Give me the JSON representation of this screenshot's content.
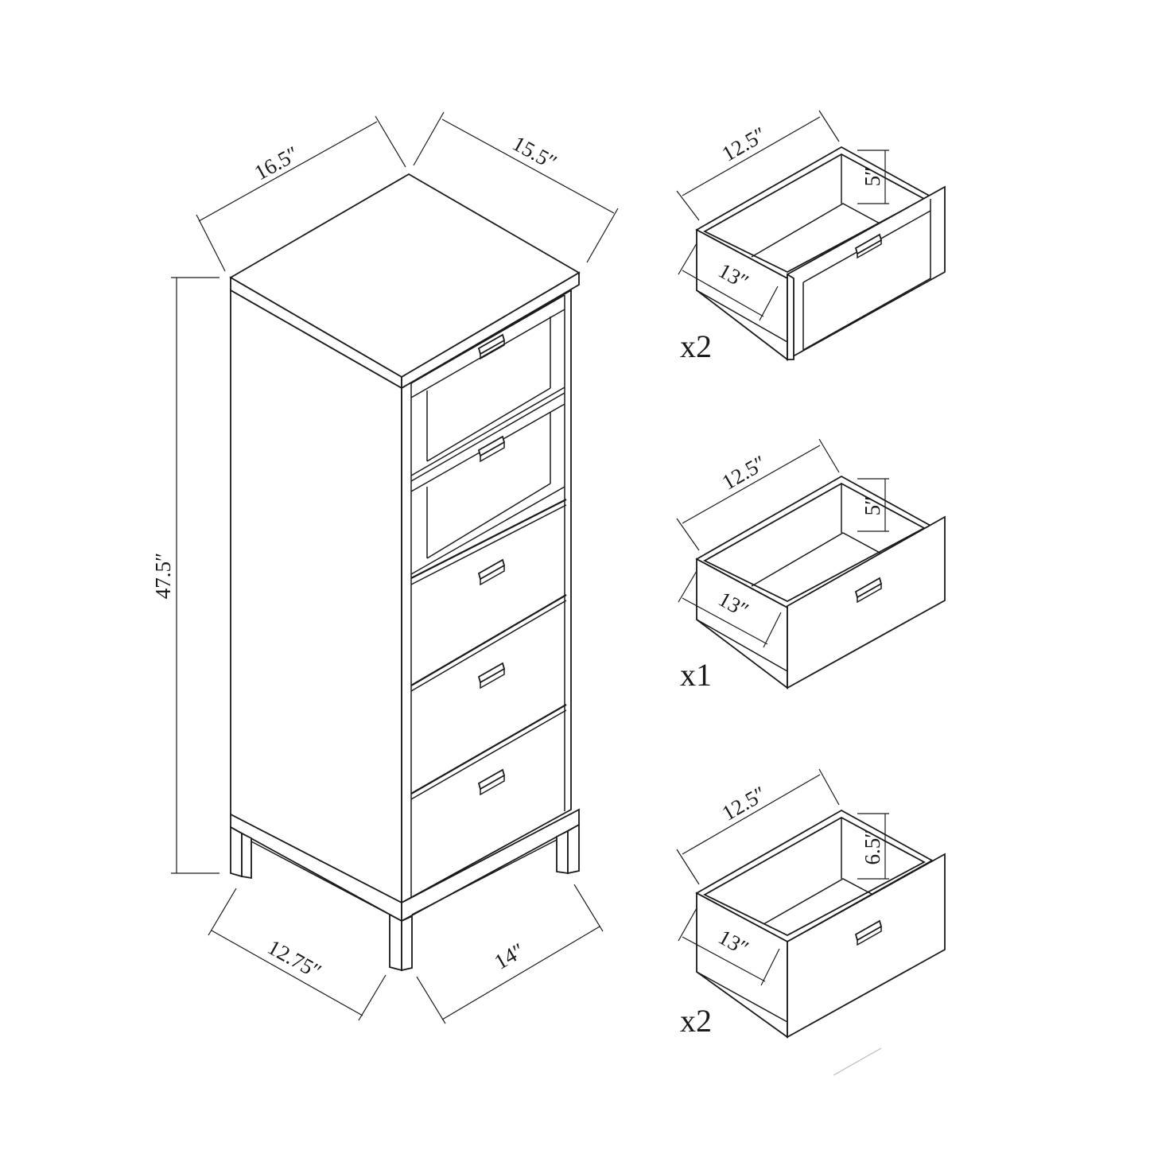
{
  "dresser": {
    "top_left_width": "16.5″",
    "top_right_depth": "15.5″",
    "height": "47.5″",
    "bottom_left": "12.75″",
    "bottom_right": "14″"
  },
  "drawers": [
    {
      "width": "12.5″",
      "height": "5″",
      "depth": "13″",
      "quantity": "x2"
    },
    {
      "width": "12.5″",
      "height": "5″",
      "depth": "13″",
      "quantity": "x1"
    },
    {
      "width": "12.5″",
      "height": "6.5″",
      "depth": "13″",
      "quantity": "x2"
    }
  ]
}
